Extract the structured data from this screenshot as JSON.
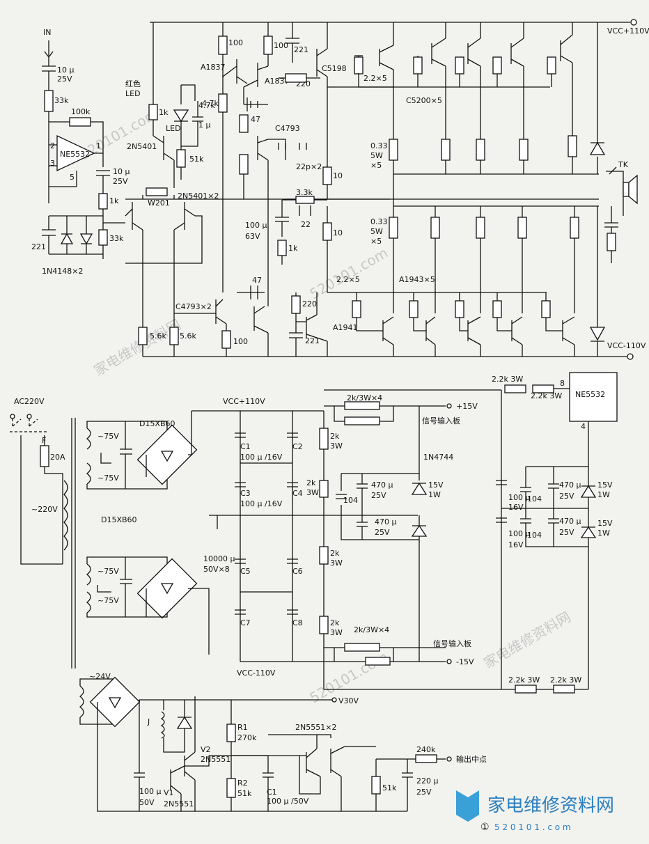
{
  "top_amp": {
    "input_label": "IN",
    "in_cap": "10 µ",
    "in_cap_v": "25V",
    "r_33k": "33k",
    "r_100k": "100k",
    "opamp": "NE5532",
    "pin1": "1",
    "pin2": "2",
    "pin3": "3",
    "pin5": "5",
    "out_cap": "10 µ",
    "out_cap_v": "25V",
    "r_1k_a": "1k",
    "r_33k_b": "33k",
    "cap_221": "221",
    "diode_label": "1N4148×2",
    "red_led": "红色",
    "led_word": "LED",
    "r_1k": "1k",
    "led": "LED",
    "q_2n5401": "2N5401",
    "r_51k": "51k",
    "r_47k": "4.7k",
    "cap_1u": "1 µ",
    "pot": "W201",
    "q_2n5401x2": "2N5401×2",
    "q_a1837_l": "A1837",
    "q_a1837_r": "A1837",
    "r_100_a": "100",
    "r_100_b": "100",
    "cap_221_top": "221",
    "r_220": "220",
    "q_c5198": "C5198",
    "r_47": "47",
    "q_c4793": "C4793",
    "cap_22p": "22p×2",
    "r_10_a": "10",
    "r_3_3k": "3.3k",
    "cap_22": "22",
    "cap_100u": "100 µ",
    "cap_63v": "63V",
    "r_1k_b": "1k",
    "r_10_b": "10",
    "r_2_2x5_top": "2.2×5",
    "q_c5200": "C5200×5",
    "r_033_top": "0.33",
    "r_5w_top": "5W",
    "r_x5_top": "×5",
    "r_033_bot": "0.33",
    "r_5w_bot": "5W",
    "r_x5_bot": "×5",
    "vcc_pos": "VCC+110V",
    "vcc_neg": "VCC-110V",
    "tk": "TK",
    "r_2_2x5_bot": "2.2×5",
    "q_a1943": "A1943×5",
    "q_a1941": "A1941",
    "r_220_b": "220",
    "cap_221_b": "221",
    "cap_47": "47",
    "q_c4793x2": "C4793×2",
    "r_5_6k_a": "5.6k",
    "r_5_6k_b": "5.6k",
    "r_100_c": "100"
  },
  "power": {
    "ac": "AC220V",
    "fuse": "F",
    "fuse_val": "20A",
    "mains": "~220V",
    "t1a": "~75V",
    "t1b": "~75V",
    "bridge1": "D15XB60",
    "bridge2": "D15XB60",
    "t2a": "~75V",
    "t2b": "~75V",
    "vcc_pos": "VCC+110V",
    "vcc_neg": "VCC-110V",
    "c1": "C1",
    "c2": "C2",
    "c1_val": "100 µ /16V",
    "c3": "C3",
    "c4": "C4",
    "c3_val": "100 µ /16V",
    "c5_val": "10000 µ",
    "c5_v": "50V×8",
    "c5": "C5",
    "c6": "C6",
    "c7": "C7",
    "c8": "C8",
    "r2k_top": "2k/3W×4",
    "plus15": "+15V",
    "sig_board_top": "信号输入板",
    "r2k_a": "2k",
    "r3w_a": "3W",
    "zener": "1N4744",
    "r2k_b": "2k",
    "r3w_b": "3W",
    "cap_104": "104",
    "cap_470_a": "470 µ",
    "v25_a": "25V",
    "z15_a": "15V",
    "z1w_a": "1W",
    "cap_470_b": "470 µ",
    "v25_b": "25V",
    "r2k_c": "2k",
    "r3w_c": "3W",
    "r2k_d": "2k",
    "r3w_d": "3W",
    "r2k_bot": "2k/3W×4",
    "sig_board_bot": "信号输入板",
    "minus15": "-15V",
    "r22_a": "2.2k 3W",
    "r22_b": "2.2k 3W",
    "pin8": "8",
    "ne5532": "NE5532",
    "pin4": "4",
    "c100_a": "100 µ",
    "c100_a_v": "16V",
    "c104_a": "104",
    "c470_c": "470 µ",
    "v25_c": "25V",
    "z15_c": "15V",
    "z1w_c": "1W",
    "c100_b": "100 µ",
    "c100_b_v": "16V",
    "c104_b": "104",
    "c470_d": "470 µ",
    "v25_d": "25V",
    "z15_d": "15V",
    "z1w_d": "1W",
    "r22_c": "2.2k 3W",
    "r22_d": "2.2k 3W"
  },
  "protect": {
    "t24": "~24V",
    "v30": "V30V",
    "relay": "J",
    "r1": "R1",
    "r1_val": "270k",
    "q_pair": "2N5551×2",
    "v2": "V2",
    "v2_type": "2N5551",
    "r2": "R2",
    "r2_val": "51k",
    "c1": "C1",
    "c1_val": "100 µ /50V",
    "r_51k": "51k",
    "r_240k": "240k",
    "out_mid": "输出中点",
    "cap_220u": "220 µ",
    "cap_25v": "25V",
    "cap_100u": "100 µ",
    "cap_50v": "50V",
    "v1": "V1",
    "v1_type": "2N5551"
  },
  "watermark": {
    "url1": "520101.com",
    "url2": "520101.com",
    "url3": "520101.com",
    "brand1": "家电维修资料网",
    "brand2": "家电维修资料网",
    "logo_text": "家电维修资料网",
    "logo_url": "5 2 0 1 0 1 . c o m",
    "fig": "①"
  }
}
